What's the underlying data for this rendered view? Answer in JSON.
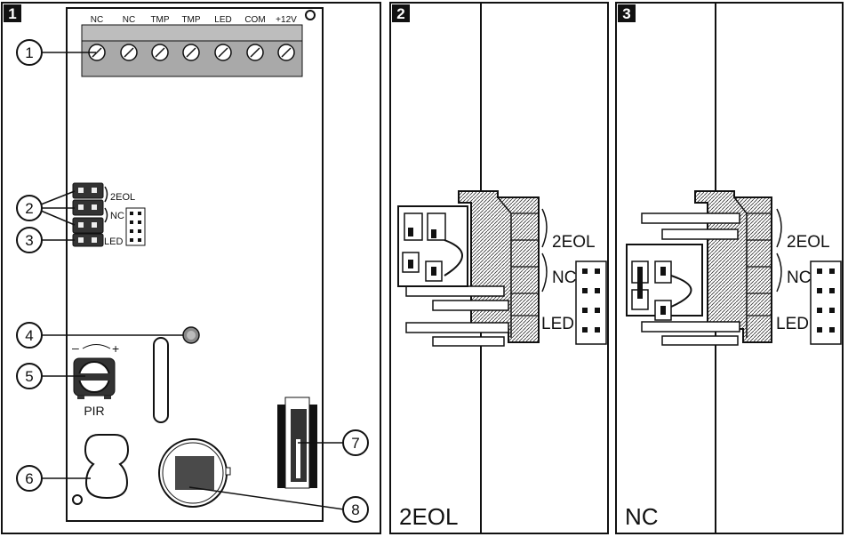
{
  "panels": [
    {
      "number": "1"
    },
    {
      "number": "2",
      "caption": "2EOL"
    },
    {
      "number": "3",
      "caption": "NC"
    }
  ],
  "terminals": [
    "NC",
    "NC",
    "TMP",
    "TMP",
    "LED",
    "COM",
    "+12V"
  ],
  "jumper_labels": {
    "eol": "2EOL",
    "nc": "NC",
    "led": "LED"
  },
  "pir_label": "PIR",
  "pot_minus": "–",
  "pot_plus": "+",
  "callouts": [
    "1",
    "2",
    "3",
    "4",
    "5",
    "6",
    "7",
    "8"
  ]
}
